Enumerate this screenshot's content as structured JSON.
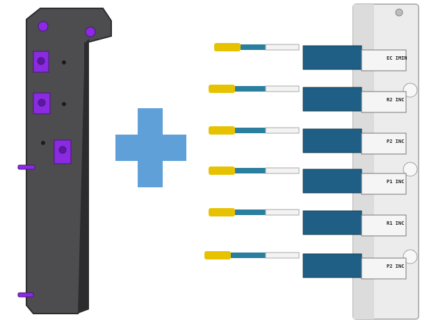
{
  "colors": {
    "plate": "#4d4d4f",
    "plate_edge": "#2c2c2e",
    "fastener": "#8a2be2",
    "plus": "#5fa0d8",
    "block": "#ececec",
    "connector_body": "#1f5f86",
    "cable": "#2a7f9e",
    "plug_stripe": "#d8b300"
  },
  "connectors": [
    {
      "label": "EC IMIN"
    },
    {
      "label": "R2 INC"
    },
    {
      "label": "P2 INC"
    },
    {
      "label": "P1 INC"
    },
    {
      "label": "R1 INC"
    },
    {
      "label": "P2 INC"
    }
  ]
}
